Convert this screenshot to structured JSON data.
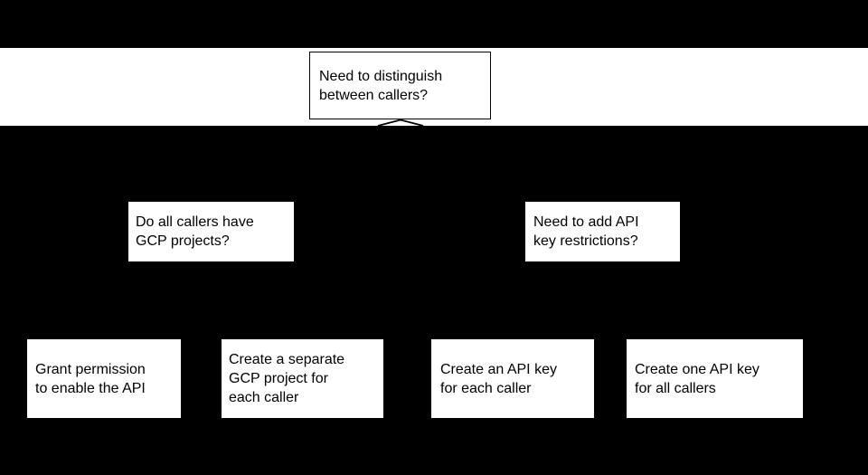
{
  "colors": {
    "bg": "#000000",
    "node-bg": "#ffffff",
    "node-border": "#000000",
    "text": "#000000"
  },
  "flowchart": {
    "type": "decision-tree",
    "root": {
      "label": "Need to distinguish\nbetween callers?"
    },
    "branch_gcp": {
      "label": "Do all callers have\nGCP projects?"
    },
    "branch_api_key": {
      "label": "Need to add API\nkey restrictions?"
    },
    "leaf_grant_permission": {
      "label": "Grant permission\nto enable the API"
    },
    "leaf_separate_project": {
      "label": "Create a separate\nGCP project for\neach caller"
    },
    "leaf_api_key_each": {
      "label": "Create an API key\nfor each caller"
    },
    "leaf_api_key_all": {
      "label": "Create one API key\nfor all callers"
    }
  }
}
